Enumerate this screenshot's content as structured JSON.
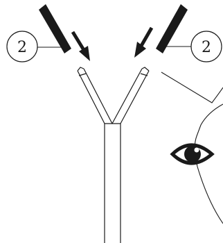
{
  "diagram": {
    "colors": {
      "ink": "#1a1a1a",
      "paper": "#ffffff"
    },
    "callouts": [
      {
        "id": "left",
        "label": "2"
      },
      {
        "id": "right",
        "label": "2"
      }
    ],
    "icons": {
      "eye": "eye-icon",
      "arrow": "arrow-down-icon"
    }
  }
}
